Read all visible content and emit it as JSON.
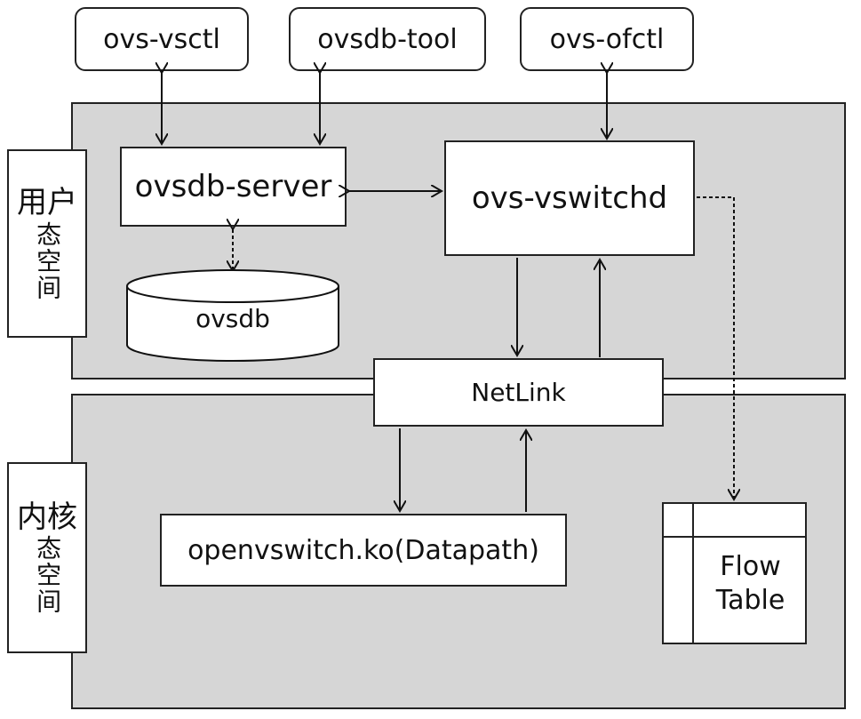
{
  "tools": {
    "vsctl": "ovs-vsctl",
    "dbtool": "ovsdb-tool",
    "ofctl": "ovs-ofctl"
  },
  "user_space": {
    "label_chars": [
      "用户",
      "态空间"
    ],
    "ovsdb_server": "ovsdb-server",
    "ovsdb": "ovsdb",
    "vswitchd": "ovs-vswitchd"
  },
  "netlink": "NetLink",
  "kernel_space": {
    "label_chars": [
      "内核",
      "态空间"
    ],
    "datapath": "openvswitch.ko(Datapath)",
    "flow_table": [
      "Flow",
      "Table"
    ]
  }
}
